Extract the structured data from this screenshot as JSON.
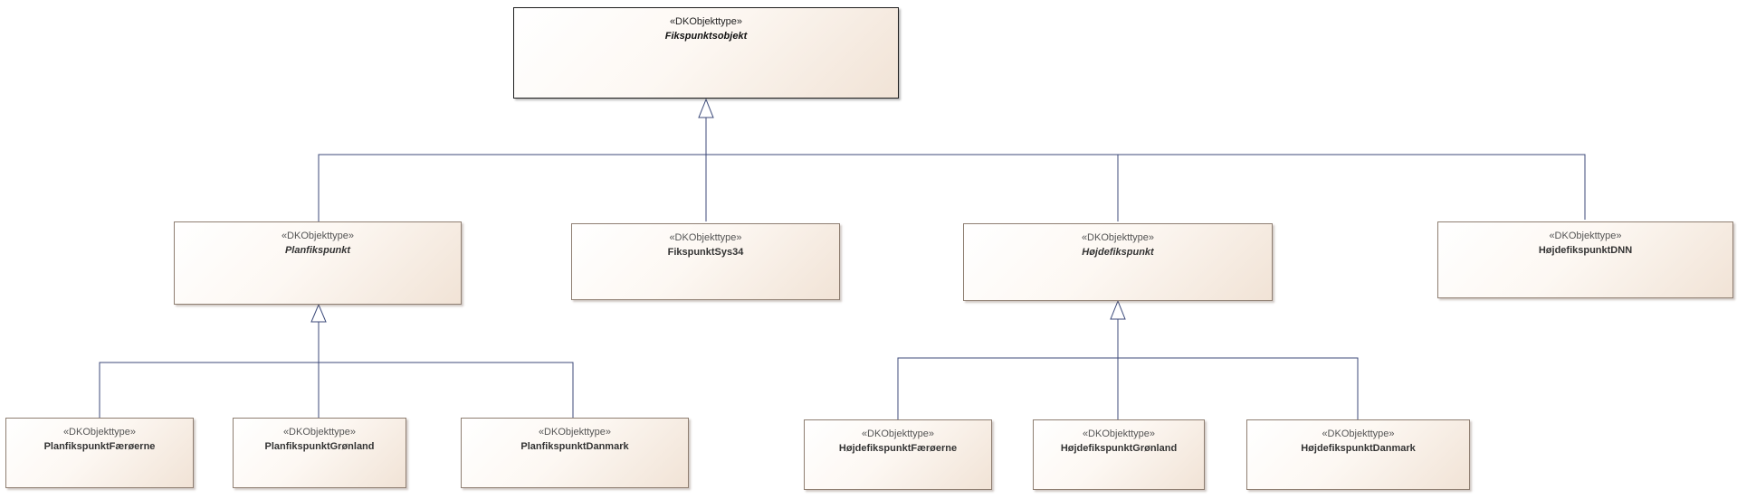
{
  "diagram": {
    "classes": {
      "fikspunktsobjekt": {
        "stereotype": "«DKObjekttype»",
        "name": "Fikspunktsobjekt",
        "abstract": true
      },
      "planfikspunkt": {
        "stereotype": "«DKObjekttype»",
        "name": "Planfikspunkt",
        "abstract": true
      },
      "fikspunktsys34": {
        "stereotype": "«DKObjekttype»",
        "name": "FikspunktSys34",
        "abstract": false
      },
      "hojdefikspunkt": {
        "stereotype": "«DKObjekttype»",
        "name": "Højdefikspunkt",
        "abstract": true
      },
      "hojdefikspunktdnn": {
        "stereotype": "«DKObjekttype»",
        "name": "HøjdefikspunktDNN",
        "abstract": false
      },
      "planfikspunktfaeroerne": {
        "stereotype": "«DKObjekttype»",
        "name": "PlanfikspunktFærøerne",
        "abstract": false
      },
      "planfikspunktgronland": {
        "stereotype": "«DKObjekttype»",
        "name": "PlanfikspunktGrønland",
        "abstract": false
      },
      "planfikspunktdanmark": {
        "stereotype": "«DKObjekttype»",
        "name": "PlanfikspunktDanmark",
        "abstract": false
      },
      "hojdefikspunktfaeroerne": {
        "stereotype": "«DKObjekttype»",
        "name": "HøjdefikspunktFærøerne",
        "abstract": false
      },
      "hojdefikspunktgronland": {
        "stereotype": "«DKObjekttype»",
        "name": "HøjdefikspunktGrønland",
        "abstract": false
      },
      "hojdefikspunktdanmark": {
        "stereotype": "«DKObjekttype»",
        "name": "HøjdefikspunktDanmark",
        "abstract": false
      }
    },
    "generalizations": [
      {
        "parent": "fikspunktsobjekt",
        "children": [
          "planfikspunkt",
          "fikspunktsys34",
          "hojdefikspunkt",
          "hojdefikspunktdnn"
        ]
      },
      {
        "parent": "planfikspunkt",
        "children": [
          "planfikspunktfaeroerne",
          "planfikspunktgronland",
          "planfikspunktdanmark"
        ]
      },
      {
        "parent": "hojdefikspunkt",
        "children": [
          "hojdefikspunktfaeroerne",
          "hojdefikspunktgronland",
          "hojdefikspunktdanmark"
        ]
      }
    ],
    "colors": {
      "line": "#3c4a7a",
      "border": "#8f7f72",
      "fill_start": "#ffffff",
      "fill_end": "#f1e3d6"
    }
  }
}
